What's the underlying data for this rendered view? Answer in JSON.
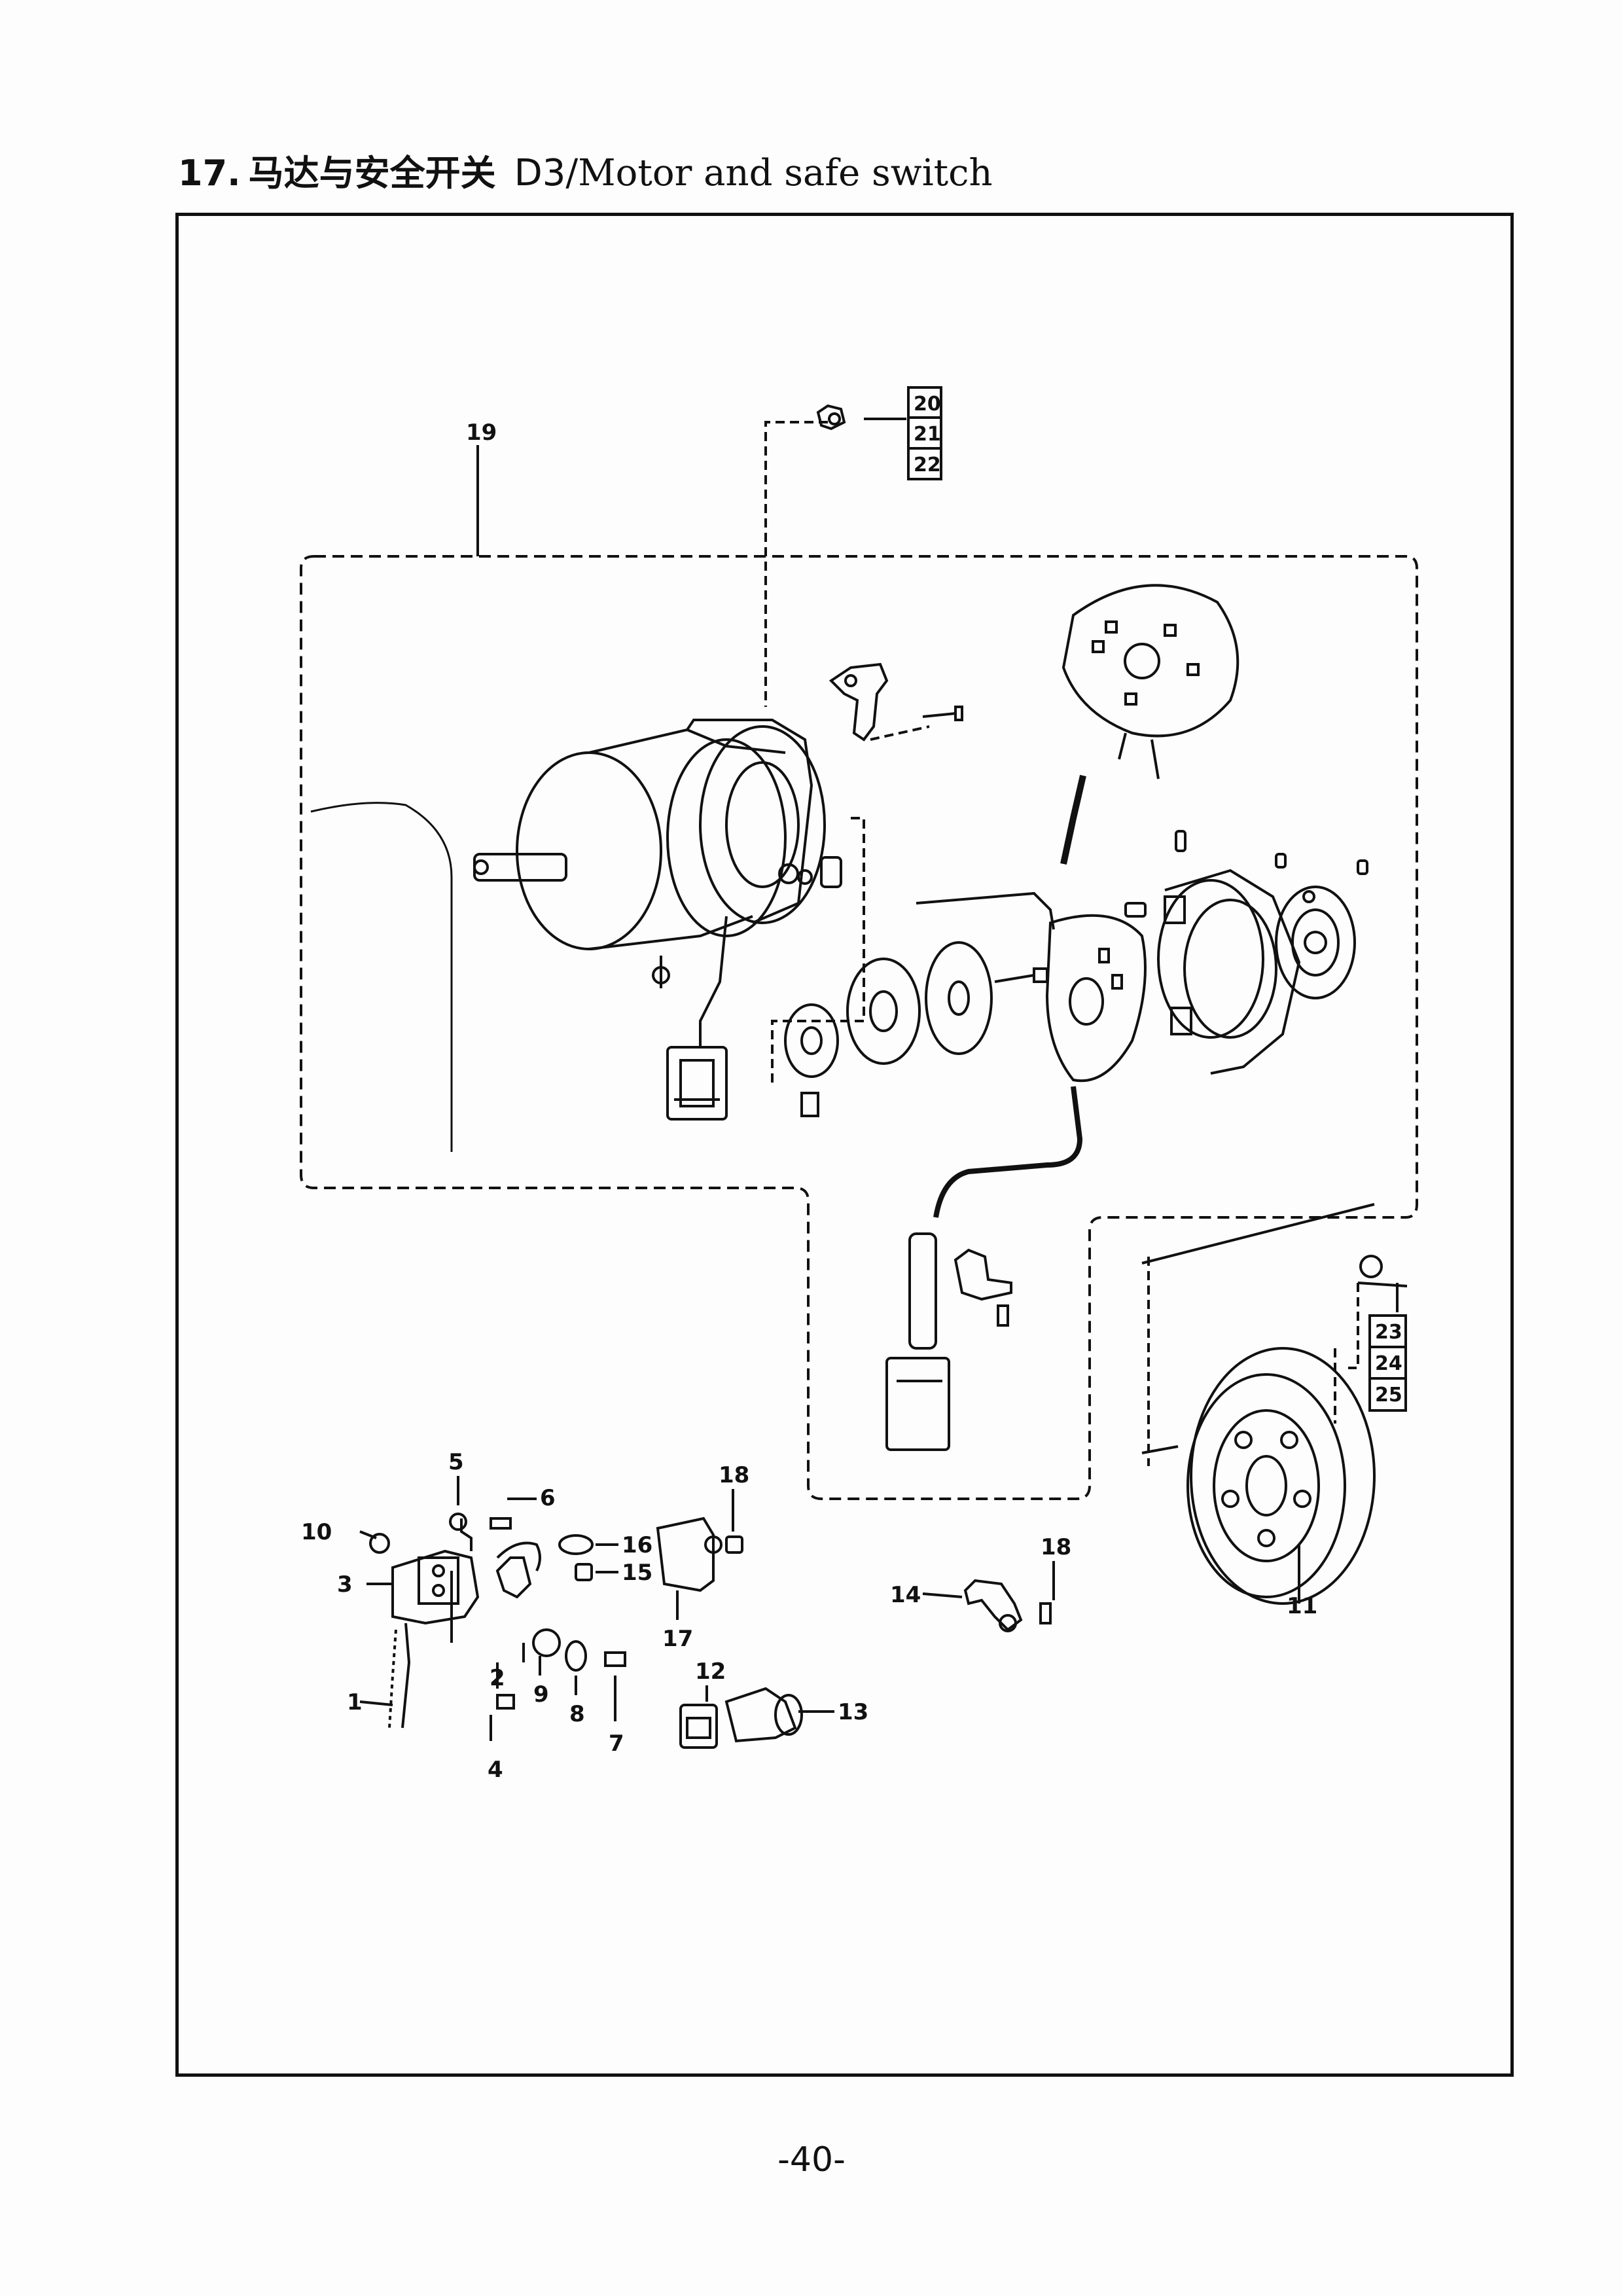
{
  "title": {
    "number": "17.",
    "chinese": "马达与安全开关",
    "code": "D3",
    "english": "/Motor and safe switch"
  },
  "part_labels": [
    "1",
    "2",
    "3",
    "4",
    "5",
    "6",
    "7",
    "8",
    "9",
    "10",
    "11",
    "12",
    "13",
    "14",
    "15",
    "16",
    "17",
    "18",
    "18",
    "19",
    "20",
    "21",
    "22",
    "23",
    "24",
    "25"
  ],
  "labels": {
    "p1": "1",
    "p2": "2",
    "p3": "3",
    "p4": "4",
    "p5": "5",
    "p6": "6",
    "p7": "7",
    "p8": "8",
    "p9": "9",
    "p10": "10",
    "p11": "11",
    "p12": "12",
    "p13": "13",
    "p14": "14",
    "p15": "15",
    "p16": "16",
    "p17": "17",
    "p18a": "18",
    "p18b": "18",
    "p19": "19",
    "p20": "20",
    "p21": "21",
    "p22": "22",
    "p23": "23",
    "p24": "24",
    "p25": "25"
  },
  "page_number": "-40-"
}
